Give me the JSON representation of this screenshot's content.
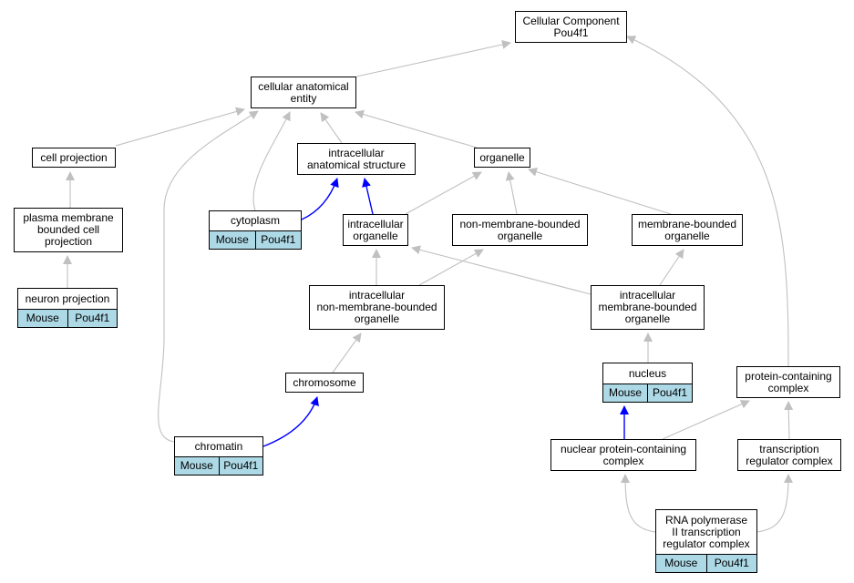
{
  "colors": {
    "edge_default": "#c0c0c0",
    "edge_highlight": "#0000ff",
    "tag_background": "#add8e6",
    "node_border": "#000000"
  },
  "nodes": [
    {
      "id": "cellular-component",
      "label": "Cellular Component\nPou4f1"
    },
    {
      "id": "cellular-anatomical-entity",
      "label": "cellular anatomical\nentity"
    },
    {
      "id": "cell-projection",
      "label": "cell projection"
    },
    {
      "id": "intracellular-anatomical-structure",
      "label": "intracellular\nanatomical structure"
    },
    {
      "id": "organelle",
      "label": "organelle"
    },
    {
      "id": "plasma-membrane-bounded-cell-projection",
      "label": "plasma membrane\nbounded cell\nprojection"
    },
    {
      "id": "cytoplasm",
      "label": "cytoplasm",
      "tags": [
        "Mouse",
        "Pou4f1"
      ]
    },
    {
      "id": "intracellular-organelle",
      "label": "intracellular\norganelle"
    },
    {
      "id": "non-membrane-bounded-organelle",
      "label": "non-membrane-bounded\norganelle"
    },
    {
      "id": "membrane-bounded-organelle",
      "label": "membrane-bounded\norganelle"
    },
    {
      "id": "neuron-projection",
      "label": "neuron projection",
      "tags": [
        "Mouse",
        "Pou4f1"
      ]
    },
    {
      "id": "intracellular-non-membrane-bounded-organelle",
      "label": "intracellular\nnon-membrane-bounded\norganelle"
    },
    {
      "id": "intracellular-membrane-bounded-organelle",
      "label": "intracellular\nmembrane-bounded\norganelle"
    },
    {
      "id": "chromosome",
      "label": "chromosome"
    },
    {
      "id": "nucleus",
      "label": "nucleus",
      "tags": [
        "Mouse",
        "Pou4f1"
      ]
    },
    {
      "id": "protein-containing-complex",
      "label": "protein-containing\ncomplex"
    },
    {
      "id": "chromatin",
      "label": "chromatin",
      "tags": [
        "Mouse",
        "Pou4f1"
      ]
    },
    {
      "id": "nuclear-protein-containing-complex",
      "label": "nuclear protein-containing\ncomplex"
    },
    {
      "id": "transcription-regulator-complex",
      "label": "transcription\nregulator complex"
    },
    {
      "id": "rna-polymerase-ii-transcription-regulator-complex",
      "label": "RNA polymerase\nII transcription\nregulator complex",
      "tags": [
        "Mouse",
        "Pou4f1"
      ]
    }
  ],
  "edges": [
    {
      "from": "cellular-anatomical-entity",
      "to": "cellular-component",
      "color": "default"
    },
    {
      "from": "protein-containing-complex",
      "to": "cellular-component",
      "color": "default"
    },
    {
      "from": "cell-projection",
      "to": "cellular-anatomical-entity",
      "color": "default"
    },
    {
      "from": "intracellular-anatomical-structure",
      "to": "cellular-anatomical-entity",
      "color": "default"
    },
    {
      "from": "organelle",
      "to": "cellular-anatomical-entity",
      "color": "default"
    },
    {
      "from": "cytoplasm",
      "to": "cellular-anatomical-entity",
      "color": "default"
    },
    {
      "from": "chromatin",
      "to": "cellular-anatomical-entity",
      "color": "default"
    },
    {
      "from": "plasma-membrane-bounded-cell-projection",
      "to": "cell-projection",
      "color": "default"
    },
    {
      "from": "neuron-projection",
      "to": "plasma-membrane-bounded-cell-projection",
      "color": "default"
    },
    {
      "from": "cytoplasm",
      "to": "intracellular-anatomical-structure",
      "color": "highlight"
    },
    {
      "from": "intracellular-organelle",
      "to": "intracellular-anatomical-structure",
      "color": "highlight"
    },
    {
      "from": "intracellular-organelle",
      "to": "organelle",
      "color": "default"
    },
    {
      "from": "non-membrane-bounded-organelle",
      "to": "organelle",
      "color": "default"
    },
    {
      "from": "membrane-bounded-organelle",
      "to": "organelle",
      "color": "default"
    },
    {
      "from": "intracellular-non-membrane-bounded-organelle",
      "to": "intracellular-organelle",
      "color": "default"
    },
    {
      "from": "intracellular-membrane-bounded-organelle",
      "to": "intracellular-organelle",
      "color": "default"
    },
    {
      "from": "intracellular-non-membrane-bounded-organelle",
      "to": "non-membrane-bounded-organelle",
      "color": "default"
    },
    {
      "from": "intracellular-membrane-bounded-organelle",
      "to": "membrane-bounded-organelle",
      "color": "default"
    },
    {
      "from": "chromosome",
      "to": "intracellular-non-membrane-bounded-organelle",
      "color": "default"
    },
    {
      "from": "nucleus",
      "to": "intracellular-membrane-bounded-organelle",
      "color": "default"
    },
    {
      "from": "chromatin",
      "to": "chromosome",
      "color": "highlight"
    },
    {
      "from": "nuclear-protein-containing-complex",
      "to": "nucleus",
      "color": "highlight"
    },
    {
      "from": "nuclear-protein-containing-complex",
      "to": "protein-containing-complex",
      "color": "default"
    },
    {
      "from": "transcription-regulator-complex",
      "to": "protein-containing-complex",
      "color": "default"
    },
    {
      "from": "rna-polymerase-ii-transcription-regulator-complex",
      "to": "nuclear-protein-containing-complex",
      "color": "default"
    },
    {
      "from": "rna-polymerase-ii-transcription-regulator-complex",
      "to": "transcription-regulator-complex",
      "color": "default"
    }
  ]
}
